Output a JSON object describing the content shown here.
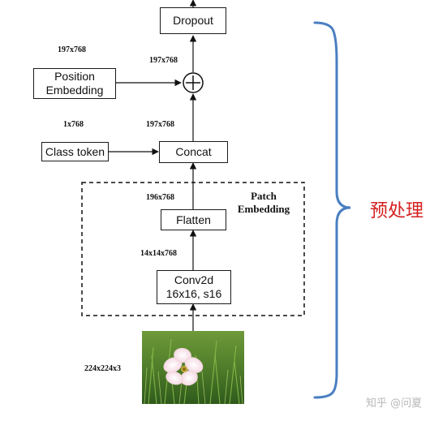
{
  "blocks": {
    "dropout": "Dropout",
    "position_embedding": "Position Embedding",
    "class_token": "Class token",
    "concat": "Concat",
    "flatten": "Flatten",
    "conv2d_line1": "Conv2d",
    "conv2d_line2": "16x16, s16"
  },
  "group": {
    "title": "Patch Embedding"
  },
  "dims": {
    "pos_embed": "197x768",
    "after_add": "197x768",
    "class_token": "1x768",
    "after_concat": "197x768",
    "after_flatten": "196x768",
    "after_conv": "14x14x768",
    "input": "224x224x3"
  },
  "operator": "⊕",
  "brace_label": "预处理",
  "watermark": "知乎 @问夏",
  "colors": {
    "brace": "#4a7fc1",
    "brace_label": "#d42020"
  },
  "image_subject": "pink-flower-in-grass"
}
